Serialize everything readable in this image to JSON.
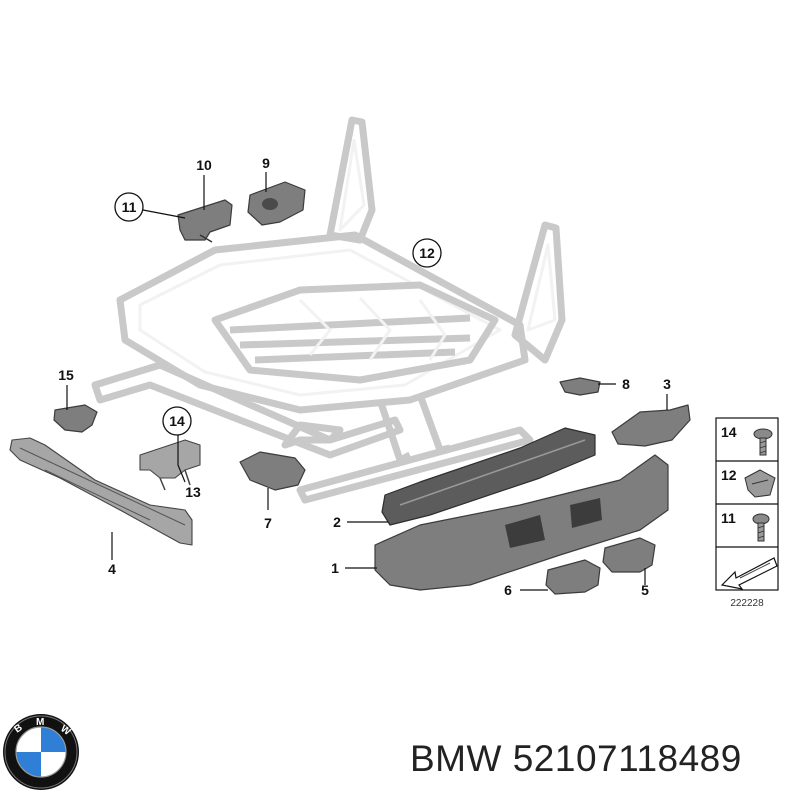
{
  "diagram": {
    "callouts": [
      "10",
      "9",
      "11",
      "12",
      "15",
      "8",
      "3",
      "14",
      "13",
      "7",
      "2",
      "4",
      "1",
      "6",
      "5"
    ],
    "legend": [
      "14",
      "12",
      "11"
    ],
    "ref_number": "222228"
  },
  "caption": {
    "brand": "BMW",
    "part_number": "52107118489"
  },
  "logo": {
    "text": "BMW",
    "colors": {
      "blue": "#2f7fd6",
      "white": "#ffffff",
      "ring": "#111111"
    }
  }
}
